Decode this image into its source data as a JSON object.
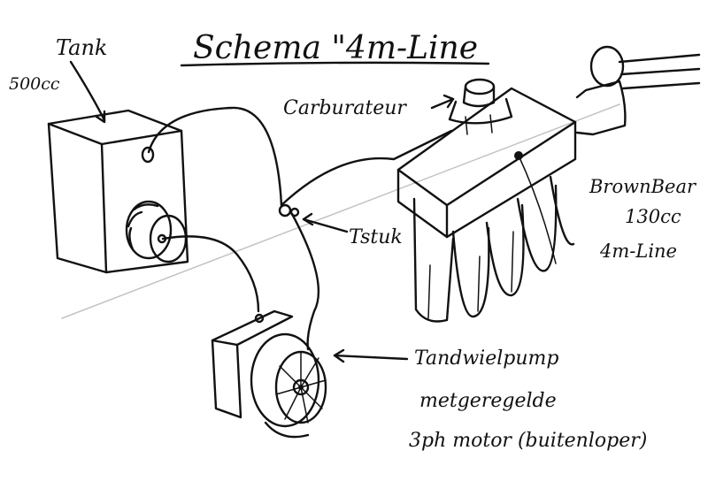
{
  "title": "Schema \"4m-Line",
  "labels": {
    "tank": "Tank",
    "tank_volume": "500cc",
    "carburetor": "Carburateur",
    "t_piece": "Tstuk",
    "engine_line1": "BrownBear",
    "engine_line2": "130cc",
    "engine_line3": "4m-Line",
    "pump_line1": "Tandwielpump",
    "pump_line2": "metgeregelde",
    "pump_line3": "3ph motor (buitenloper)"
  },
  "colors": {
    "ink": "#111111",
    "background": "#ffffff"
  }
}
